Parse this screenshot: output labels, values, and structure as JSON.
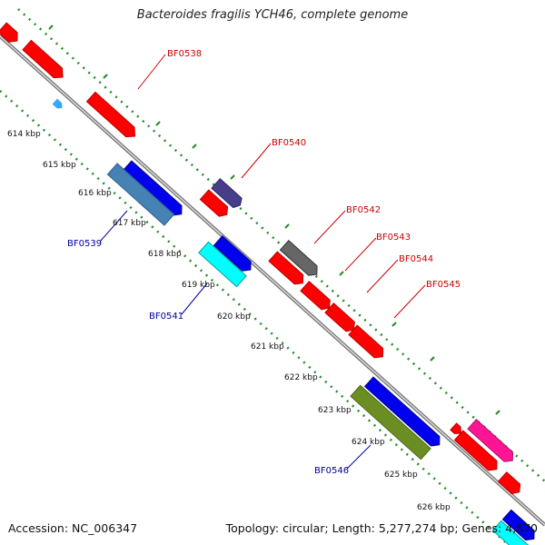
{
  "title": "Bacteroides fragilis YCH46, complete genome",
  "accession_text": "Accession: NC_006347",
  "summary_text": "Topology: circular; Length: 5,277,274 bp; Genes: 4,670",
  "colors": {
    "backbone": "#888888",
    "tick_green": "#228B22",
    "label_red": "#cc0000",
    "label_blue": "#000099",
    "scale_text": "#111111"
  },
  "scale_labels": [
    "614 kbp",
    "615 kbp",
    "616 kbp",
    "617 kbp",
    "618 kbp",
    "619 kbp",
    "620 kbp",
    "621 kbp",
    "622 kbp",
    "623 kbp",
    "624 kbp",
    "625 kbp",
    "626 kbp"
  ],
  "red_labels": [
    "BF0538",
    "BF0540",
    "BF0542",
    "BF0543",
    "BF0544",
    "BF0545"
  ],
  "blue_labels": [
    "BF0539",
    "BF0541",
    "BF0546"
  ]
}
